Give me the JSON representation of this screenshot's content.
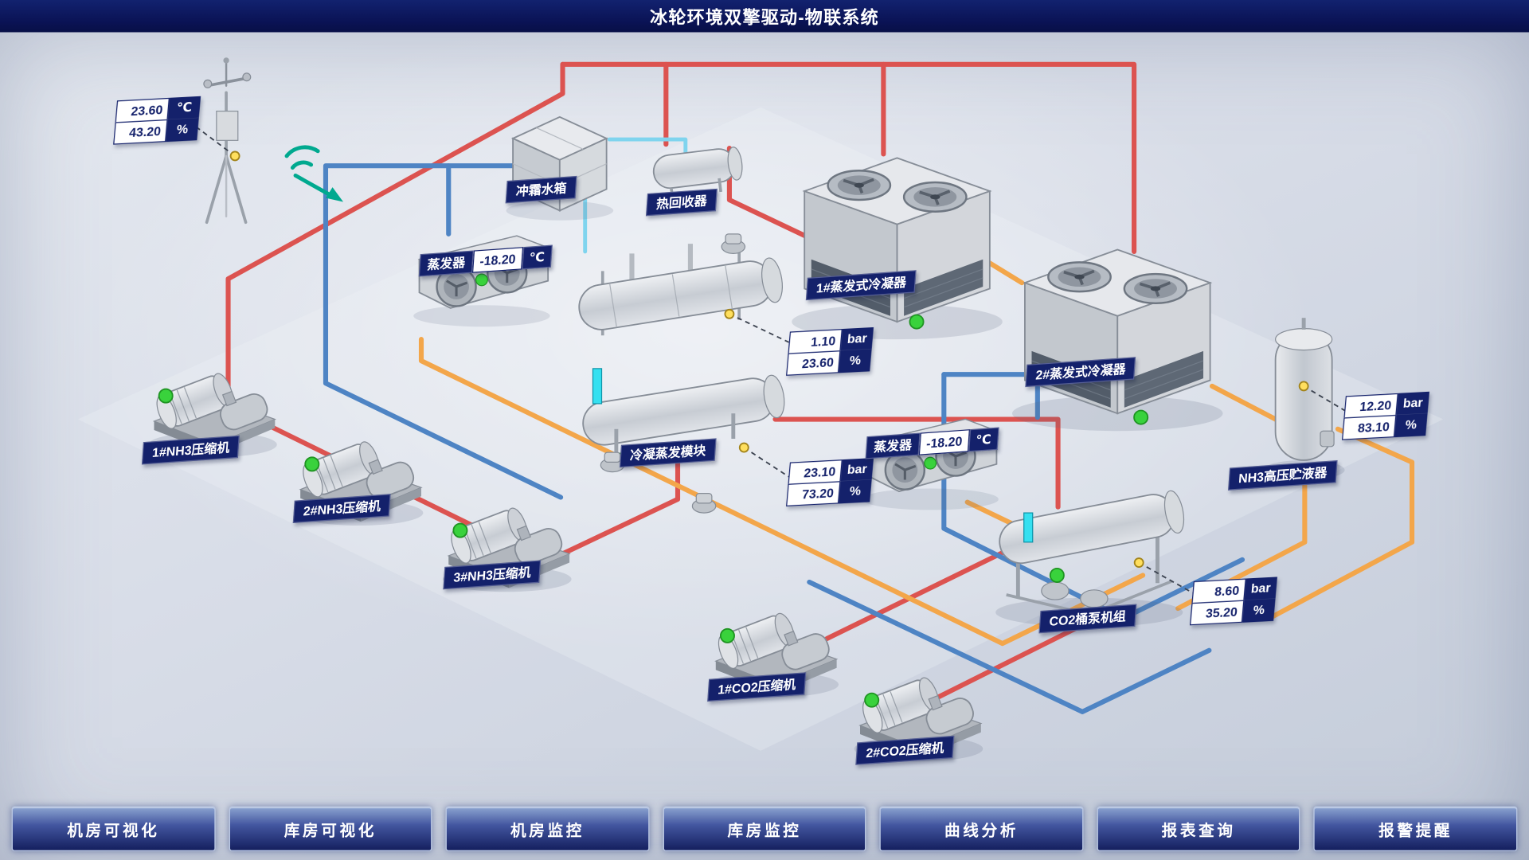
{
  "header": {
    "title": "冰轮环境双擎驱动-物联系统"
  },
  "colors": {
    "pipe_red": "#dc5350",
    "pipe_blue": "#4e84c4",
    "pipe_orange": "#f3a64a",
    "pipe_cyan": "#7fd4ee",
    "status_green": "#39d23c",
    "label_navy": "#14216b",
    "header_navy": "#0a1254"
  },
  "weather_station": {
    "readings": [
      {
        "value": "23.60",
        "unit": "℃"
      },
      {
        "value": "43.20",
        "unit": "%"
      }
    ]
  },
  "equipment": {
    "water_tank": {
      "label": "冲霜水箱"
    },
    "heat_recovery": {
      "label": "热回收器"
    },
    "evaporator_left": {
      "label": "蒸发器",
      "value": "-18.20",
      "unit": "℃"
    },
    "evaporator_right": {
      "label": "蒸发器",
      "value": "-18.20",
      "unit": "℃"
    },
    "condenser_1": {
      "label": "1#蒸发式冷凝器"
    },
    "condenser_2": {
      "label": "2#蒸发式冷凝器"
    },
    "hp_circuit": {
      "readings": [
        {
          "value": "1.10",
          "unit": "bar"
        },
        {
          "value": "23.60",
          "unit": "%"
        }
      ]
    },
    "condensing_module": {
      "label": "冷凝蒸发模块",
      "readings": [
        {
          "value": "23.10",
          "unit": "bar"
        },
        {
          "value": "73.20",
          "unit": "%"
        }
      ]
    },
    "nh3_compressor_1": {
      "label": "1#NH3压缩机"
    },
    "nh3_compressor_2": {
      "label": "2#NH3压缩机"
    },
    "nh3_compressor_3": {
      "label": "3#NH3压缩机"
    },
    "nh3_receiver": {
      "label": "NH3高压贮液器",
      "readings": [
        {
          "value": "12.20",
          "unit": "bar"
        },
        {
          "value": "83.10",
          "unit": "%"
        }
      ]
    },
    "co2_pump_unit": {
      "label": "CO2桶泵机组",
      "readings": [
        {
          "value": "8.60",
          "unit": "bar"
        },
        {
          "value": "35.20",
          "unit": "%"
        }
      ]
    },
    "co2_compressor_1": {
      "label": "1#CO2压缩机"
    },
    "co2_compressor_2": {
      "label": "2#CO2压缩机"
    }
  },
  "nav": {
    "items": [
      {
        "label": "机房可视化"
      },
      {
        "label": "库房可视化"
      },
      {
        "label": "机房监控"
      },
      {
        "label": "库房监控"
      },
      {
        "label": "曲线分析"
      },
      {
        "label": "报表查询"
      },
      {
        "label": "报警提醒"
      }
    ]
  }
}
